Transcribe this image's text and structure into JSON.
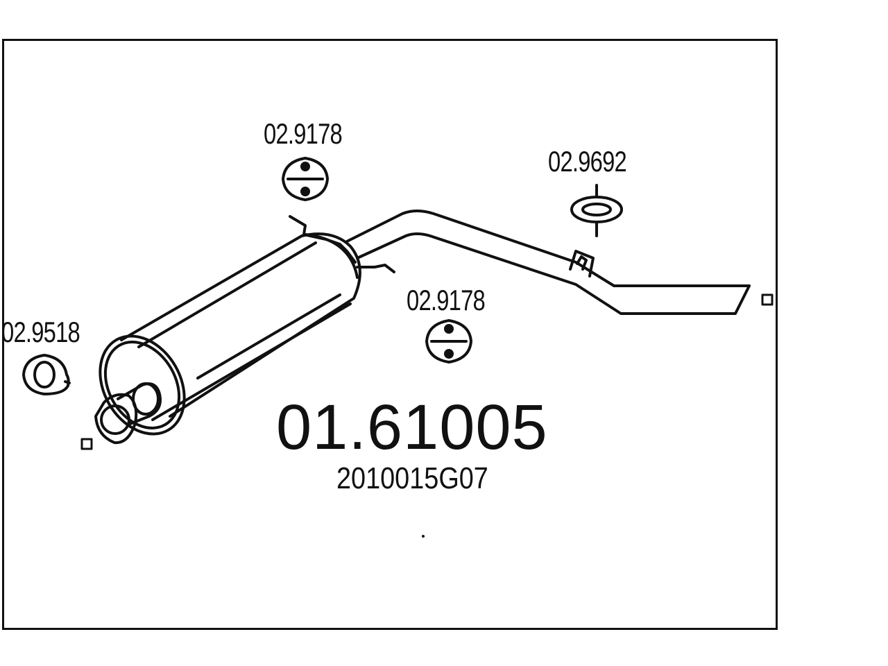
{
  "diagram": {
    "main_part_number": "01.61005",
    "oem_number": "2010015G07",
    "components": [
      {
        "part_number": "02.9178",
        "icon": "rubber-hanger-icon"
      },
      {
        "part_number": "02.9178",
        "icon": "rubber-hanger-icon"
      },
      {
        "part_number": "02.9692",
        "icon": "rubber-mount-icon"
      },
      {
        "part_number": "02.9518",
        "icon": "gasket-ring-icon"
      }
    ]
  },
  "colors": {
    "line": "#111111",
    "background": "#ffffff"
  }
}
